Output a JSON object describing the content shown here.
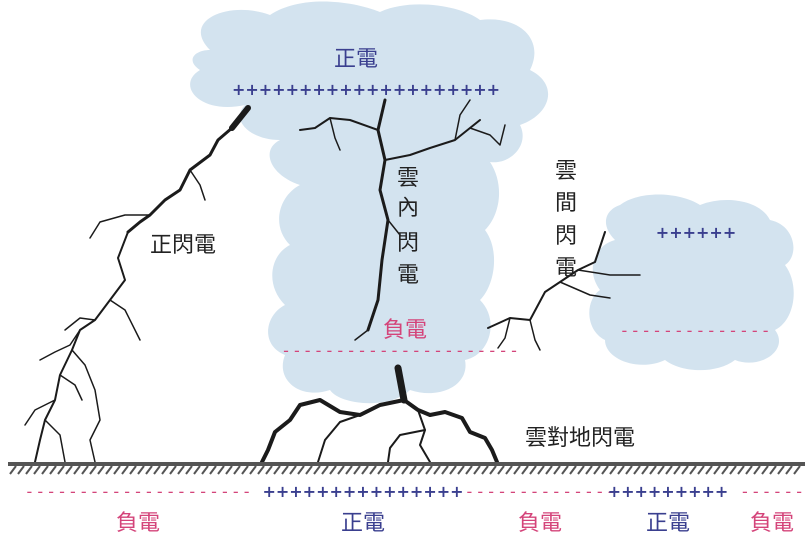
{
  "colors": {
    "cloud_fill": "#d3e3ef",
    "positive": "#3a3f8f",
    "negative": "#d4447a",
    "bolt": "#1b1b1b",
    "ground": "#555555"
  },
  "cloud_main": {
    "top_label": "正電",
    "top_charge_signs": "++++++++++++++++++++",
    "bottom_label": "負電",
    "bottom_charge_signs": "- - - - - - - - - - - - - - - - - - - - - -"
  },
  "cloud_small": {
    "top_charge_signs": "++++++",
    "bottom_charge_signs": "- - - - - - - - - - - - - -"
  },
  "lightning_labels": {
    "positive_flash": "正閃電",
    "intra_cloud": [
      "雲",
      "內",
      "閃",
      "電"
    ],
    "cloud_to_cloud": [
      "雲",
      "間",
      "閃",
      "電"
    ],
    "cloud_to_ground": "雲對地閃電"
  },
  "ground_charges": [
    {
      "type": "negative",
      "label": "負電",
      "signs": "- - - - - - - - - - - - - - - - - - - - -"
    },
    {
      "type": "positive",
      "label": "正電",
      "signs": "+++++++++++++++"
    },
    {
      "type": "negative",
      "label": "負電",
      "signs": "- - - - - - - - - - - - - -"
    },
    {
      "type": "positive",
      "label": "正電",
      "signs": "+++++++++"
    },
    {
      "type": "negative",
      "label": "負電",
      "signs": "- - - - - -"
    }
  ]
}
